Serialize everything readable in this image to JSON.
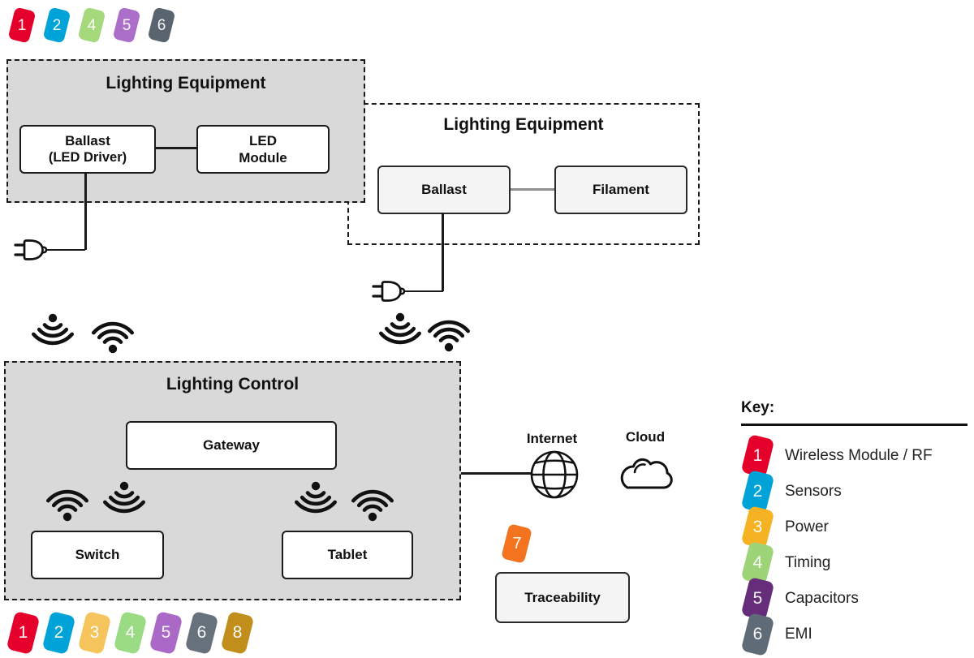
{
  "badges": {
    "top_row": [
      {
        "num": "1",
        "color": "#e4002b"
      },
      {
        "num": "2",
        "color": "#00a3d7"
      },
      {
        "num": "4",
        "color": "#a5d97c"
      },
      {
        "num": "5",
        "color": "#ab6ec9"
      },
      {
        "num": "6",
        "color": "#59646e"
      }
    ],
    "bottom_row": [
      {
        "num": "1",
        "color": "#e4002b"
      },
      {
        "num": "2",
        "color": "#00a3d7"
      },
      {
        "num": "3",
        "color": "#f6c45c"
      },
      {
        "num": "4",
        "color": "#9bdb84"
      },
      {
        "num": "5",
        "color": "#aa69c6"
      },
      {
        "num": "6",
        "color": "#67717c"
      },
      {
        "num": "8",
        "color": "#c18d1b"
      }
    ],
    "traceability_badge": {
      "num": "7",
      "color": "#f3731f"
    }
  },
  "groups": {
    "equipment_led": {
      "title": "Lighting Equipment",
      "ballast": {
        "line1": "Ballast",
        "line2": "(LED Driver)"
      },
      "led_module": {
        "line1": "LED",
        "line2": "Module"
      }
    },
    "equipment_filament": {
      "title": "Lighting Equipment",
      "ballast": "Ballast",
      "filament": "Filament"
    },
    "control": {
      "title": "Lighting Control",
      "gateway": "Gateway",
      "switch": "Switch",
      "tablet": "Tablet"
    }
  },
  "network": {
    "internet_label": "Internet",
    "cloud_label": "Cloud"
  },
  "traceability_label": "Traceability",
  "key": {
    "title": "Key:",
    "items": [
      {
        "num": "1",
        "color": "#e4002b",
        "label": "Wireless Module / RF"
      },
      {
        "num": "2",
        "color": "#00a3d7",
        "label": "Sensors"
      },
      {
        "num": "3",
        "color": "#f5b324",
        "label": "Power"
      },
      {
        "num": "4",
        "color": "#9cd477",
        "label": "Timing"
      },
      {
        "num": "5",
        "color": "#662d7a",
        "label": "Capacitors"
      },
      {
        "num": "6",
        "color": "#5f6b77",
        "label": "EMI"
      }
    ]
  },
  "icons": {
    "wifi": "wifi-signal-icon",
    "plug": "power-plug-icon",
    "globe": "internet-globe-icon",
    "cloud": "cloud-icon"
  },
  "colors": {
    "container_fill": "#d9d9d9",
    "node_fill": "#ffffff",
    "node_fill_light": "#f4f4f4",
    "line": "#1a1a1a",
    "connector_gray": "#8f8f8f"
  }
}
